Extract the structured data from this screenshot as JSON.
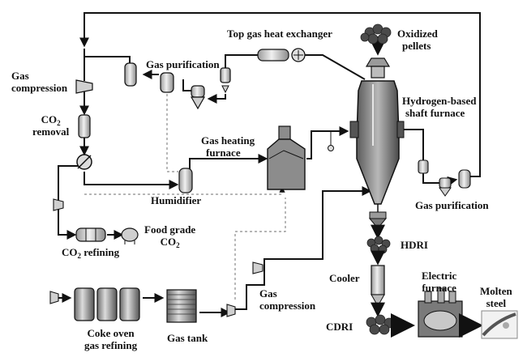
{
  "labels": {
    "top_gas_heat_exchanger": "Top gas heat exchanger",
    "oxidized_pellets": [
      "Oxidized",
      "pellets"
    ],
    "gas_compression_top": [
      "Gas",
      "compression"
    ],
    "gas_purification_top": "Gas purification",
    "co2_removal": {
      "pre": "CO",
      "sub": "2",
      "post": "",
      "line2": "removal"
    },
    "hydrogen_shaft_furnace": [
      "Hydrogen-based",
      "shaft furnace"
    ],
    "gas_heating_furnace": [
      "Gas heating",
      "furnace"
    ],
    "humidifier": "Humidifier",
    "gas_purification_right": "Gas purification",
    "food_grade_co2": {
      "line1": "Food grade",
      "pre": "CO",
      "sub": "2",
      "post": ""
    },
    "co2_refining": {
      "pre": "CO",
      "sub": "2",
      "post": " refining"
    },
    "hdri": "HDRI",
    "cooler": "Cooler",
    "electric_furnace": [
      "Electric",
      "furnace"
    ],
    "molten_steel": [
      "Molten",
      "steel"
    ],
    "gas_compression_bottom": [
      "Gas",
      "compression"
    ],
    "cdri": "CDRI",
    "coke_oven_gas_refining": [
      "Coke oven",
      "gas refining"
    ],
    "gas_tank": "Gas tank"
  },
  "colors": {
    "line": "#111111",
    "dotted": "#8a8a8a",
    "equipment_fill": "#d9d9d9",
    "furnace_fill": "#8c8c8c",
    "pellets": "#4a4a4a"
  }
}
